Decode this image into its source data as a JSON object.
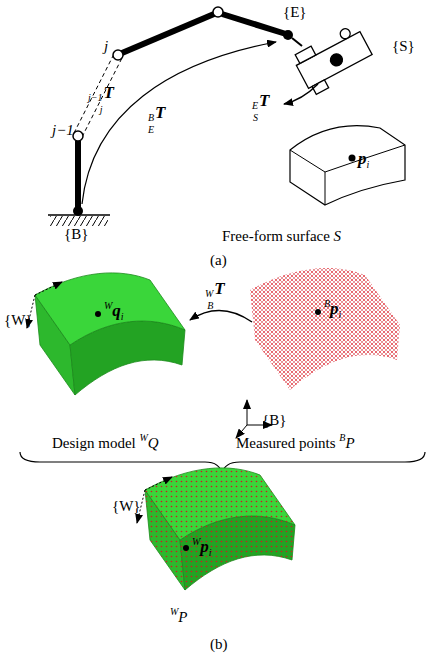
{
  "diagram": {
    "labels": [
      "{B}",
      "j−1",
      "j",
      "j−1jT",
      "BET",
      "{E}",
      "{S}",
      "EST",
      "pi",
      "Free-form surface S",
      "(a)",
      "{W}",
      "Wqi",
      "WBT",
      "Bpi",
      "{B}",
      "Design model WQ",
      "Measured points BP",
      "Wpi",
      "{W}",
      "WP",
      "(b)"
    ]
  }
}
